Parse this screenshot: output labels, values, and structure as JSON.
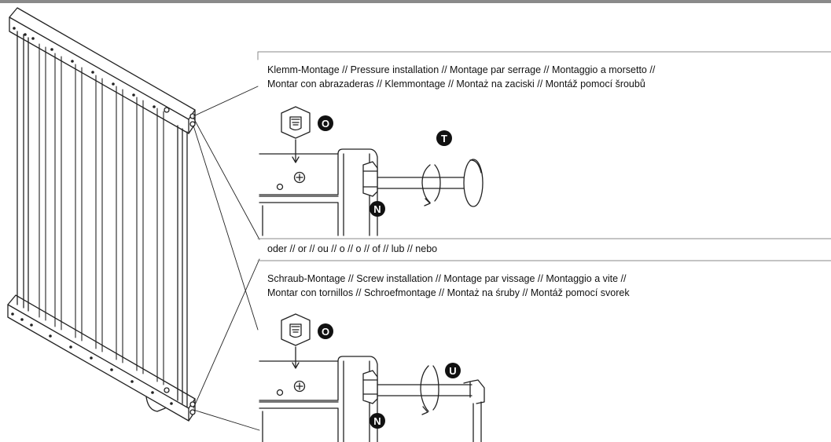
{
  "pressure_section": {
    "line1": "Klemm-Montage // Pressure installation // Montage par serrage // Montaggio a morsetto //",
    "line2": "Montar con abrazaderas // Klemmontage // Montaż na zaciski // Montáž pomocí šroubů",
    "markers": {
      "cap": "O",
      "spindle": "T",
      "nut": "N"
    }
  },
  "separator_text": "oder // or // ou // o // o // of // lub // nebo",
  "screw_section": {
    "line1": "Schraub-Montage // Screw installation // Montage par vissage // Montaggio a vite //",
    "line2": "Montar con tornillos // Schroefmontage // Montaż na śruby // Montáž pomocí svorek",
    "markers": {
      "cap": "O",
      "bracket": "U",
      "nut": "N"
    }
  }
}
